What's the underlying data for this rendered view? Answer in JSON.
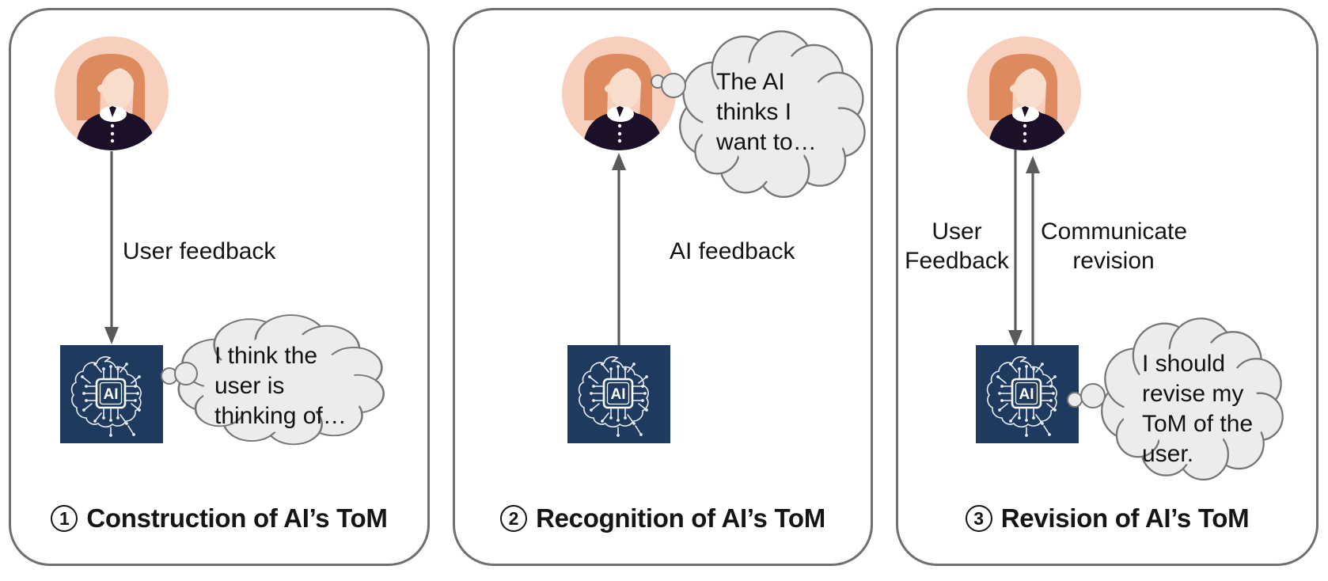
{
  "figure": {
    "chip_label": "AI",
    "panels": [
      {
        "step_number": "1",
        "caption": "Construction of AI’s ToM",
        "arrow_label": "User feedback",
        "thought_lines": [
          "I think the",
          "user is",
          "thinking of…"
        ]
      },
      {
        "step_number": "2",
        "caption": "Recognition of AI’s ToM",
        "arrow_label": "AI feedback",
        "thought_lines": [
          "The AI",
          "thinks I",
          "want to…"
        ]
      },
      {
        "step_number": "3",
        "caption": "Revision of AI’s ToM",
        "down_arrow_label": [
          "User",
          "Feedback"
        ],
        "up_arrow_label": [
          "Communicate",
          "revision"
        ],
        "thought_lines": [
          "I should",
          "revise my",
          "ToM of the",
          "user."
        ]
      }
    ],
    "colors": {
      "chip_navy": "#1e3a5f",
      "cloud_fill": "#ececec",
      "cloud_stroke": "#767676",
      "panel_border": "#6f6f6f",
      "arrow_gray": "#5a5a5a",
      "avatar_bg": "#f7cfbc",
      "avatar_hair": "#dd8a5f",
      "avatar_face": "#f9ddcc",
      "avatar_dress": "#1b1028"
    }
  }
}
